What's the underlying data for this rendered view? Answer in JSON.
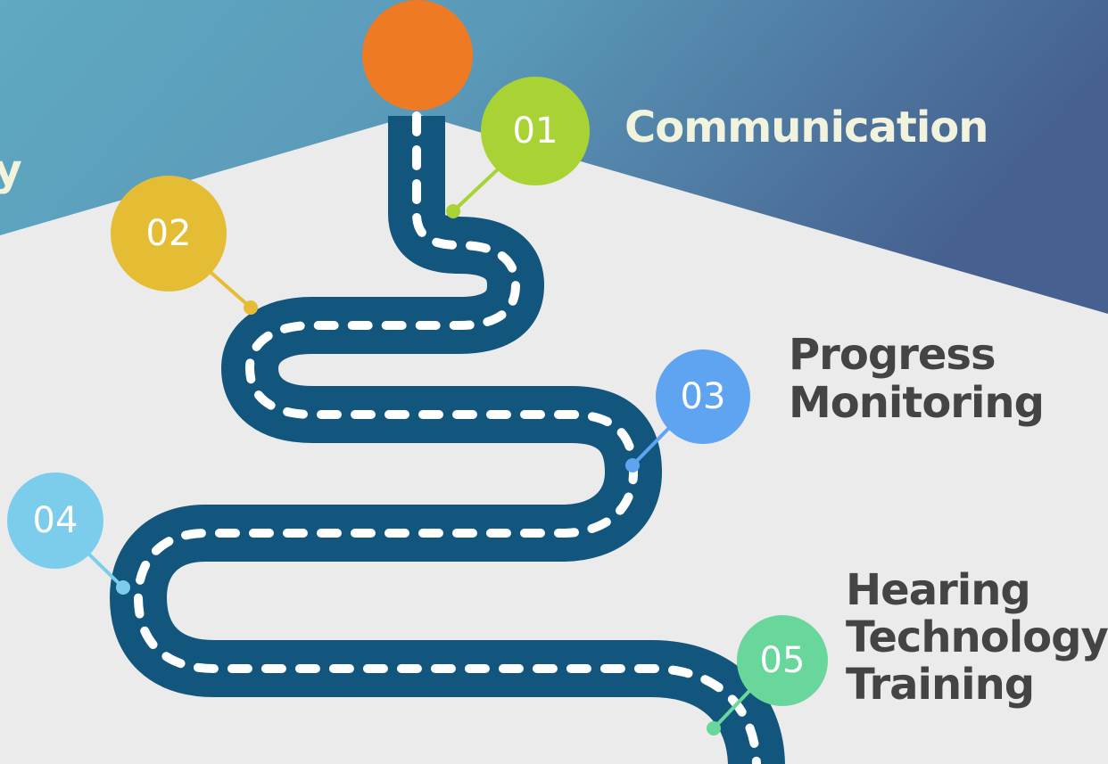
{
  "colors": {
    "background": "#ebebeb",
    "banner_left": "#5fa9c2",
    "banner_right": "#46608f",
    "road": "#12557d",
    "road_dash": "#ffffff",
    "start_marker": "#ee7a24",
    "label_light": "#f1f3dc",
    "label_dark": "#444444"
  },
  "milestones": [
    {
      "number": "01",
      "color": "#a9d334",
      "label": "Communication"
    },
    {
      "number": "02",
      "color": "#e5bd34"
    },
    {
      "number": "03",
      "color": "#5fa4f1",
      "label_lines": [
        "Progress",
        "Monitoring"
      ]
    },
    {
      "number": "04",
      "color": "#7ccdec"
    },
    {
      "number": "05",
      "color": "#69d69c",
      "label_lines": [
        "Hearing",
        "Technology",
        "Training"
      ]
    }
  ],
  "partial_label": "ly"
}
